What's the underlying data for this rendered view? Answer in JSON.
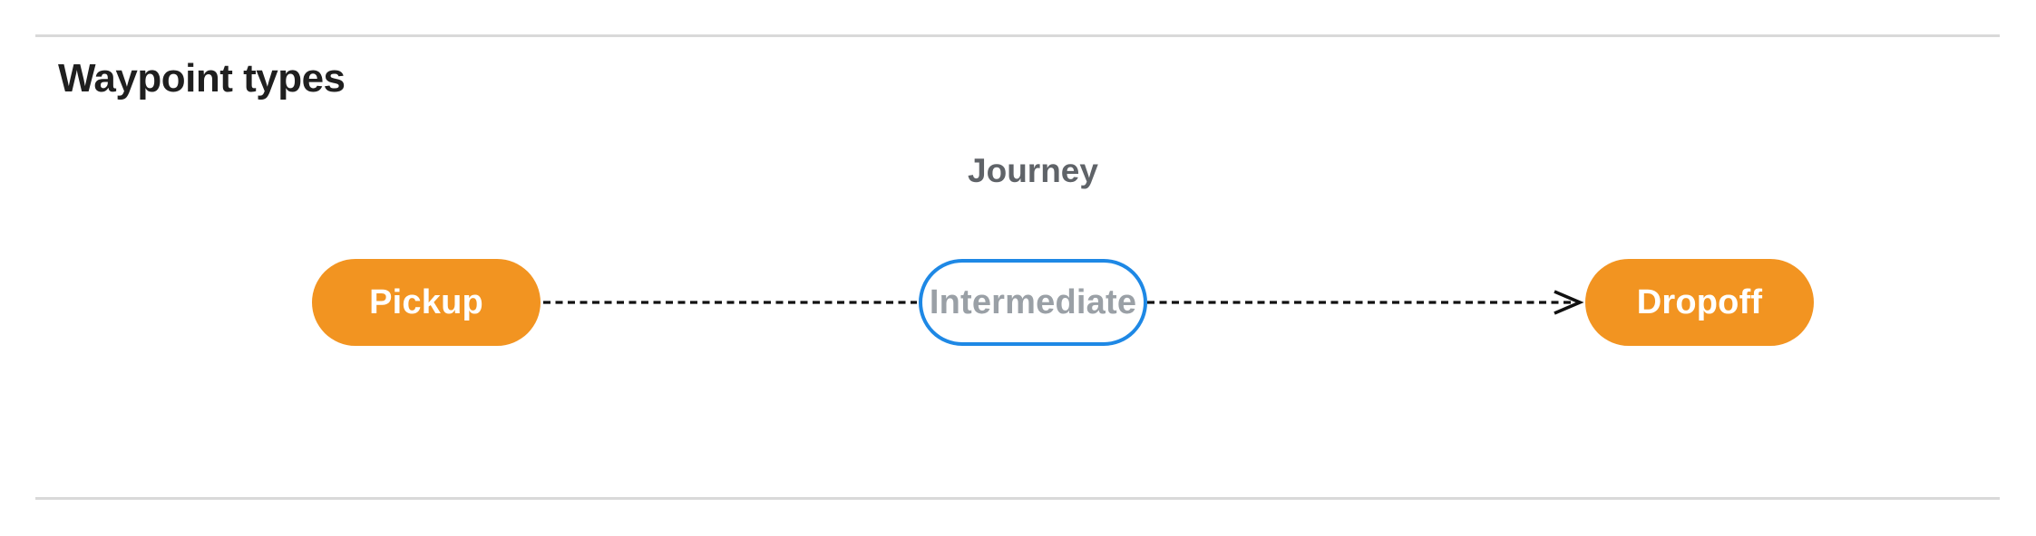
{
  "section": {
    "title": "Waypoint types"
  },
  "diagram": {
    "title": "Journey",
    "nodes": [
      {
        "label": "Pickup",
        "type": "terminal-filled"
      },
      {
        "label": "Intermediate",
        "type": "optional-outlined"
      },
      {
        "label": "Dropoff",
        "type": "terminal-filled"
      }
    ],
    "edges": [
      {
        "from": "Pickup",
        "to": "Intermediate",
        "style": "dashed",
        "arrowhead": false
      },
      {
        "from": "Intermediate",
        "to": "Dropoff",
        "style": "dashed",
        "arrowhead": true
      }
    ],
    "colors": {
      "terminal_fill": "#F29421",
      "terminal_text": "#FFFFFF",
      "optional_border": "#1E88E5",
      "optional_text": "#9AA0A6",
      "diagram_title": "#5F6368",
      "heading_text": "#1F1F1F",
      "connector": "#111111",
      "divider": "#D9D9D9"
    }
  }
}
